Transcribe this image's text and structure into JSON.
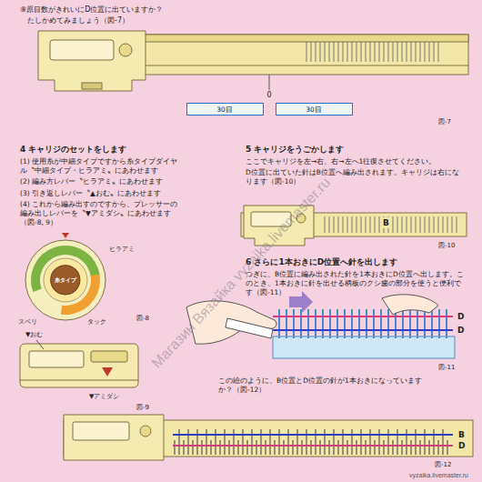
{
  "diagram": {
    "nodes": [
      {
        "text": [
          "30目"
        ]
      },
      {
        "text": [
          "30目"
        ]
      },
      {
        "text": [
          "糸タイプ"
        ]
      }
    ],
    "labels": [
      "⑨原目数がきれいにD位置に出ていますか？",
      "たしかめてみましょう（図-7）",
      "0",
      "図-7",
      "4 キャリジのセットをします",
      "(1) 使用糸が中細タイプですから糸タイプダイヤル〝中細タイプ・ヒラアミ〟にあわせます",
      "(2) 編み方レバー〝ヒラアミ〟にあわせます",
      "(3) 引き返しレバー〝▲おむ〟にあわせます",
      "(4) これから編み出すのですから、プレッサーの編み出しレバーを〝▼アミダシ〟にあわせます（図-8, 9）",
      "5 キャリジをうごかします",
      "ここでキャリジを左→右、右→左へ1往復させてください。",
      "D位置に出ていた針はB位置へ編み出されます。キャリジは右になります（図-10）",
      "B",
      "図-10",
      "6 さらに1本おきにD位置へ針を出します",
      "つぎに、B位置に編み出された針を1本おきにD位置へ出します。このとき、1本おきに針を出せる柄板のクシ歯の部分を使うと便利です（図-11）",
      "D",
      "D",
      "図-11",
      "ヒラアミ",
      "スベリ",
      "タック",
      "図-8",
      "▼おむ",
      "▼アミダシ",
      "図-9",
      "この絵のように、B位置とD位置の針が1本おきになっていますか？（図-12）",
      "B",
      "D",
      "図-12",
      "Магазин Вязайка vyzaika.livemaster.ru",
      "vyzaika.livemaster.ru"
    ]
  }
}
